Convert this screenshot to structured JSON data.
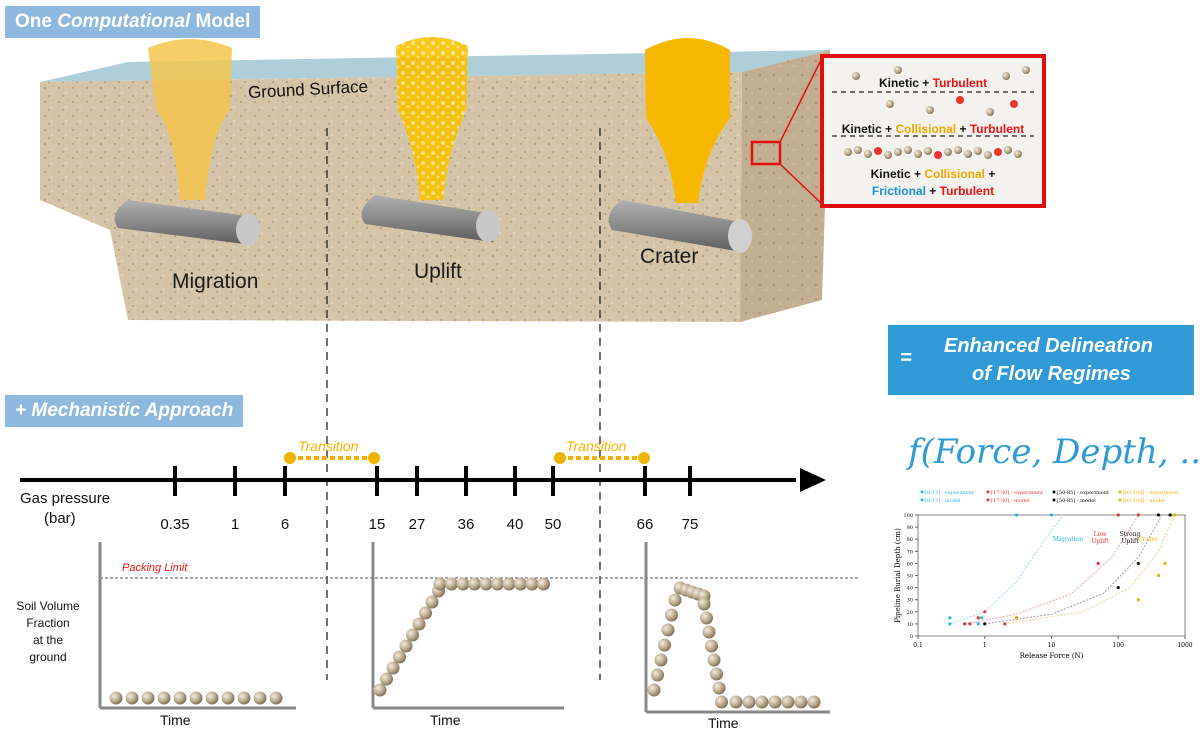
{
  "title_banner": {
    "prefix": "One ",
    "italic": "Computational",
    "suffix": " Model"
  },
  "approach_banner": "+ Mechanistic Approach",
  "result_banner": {
    "equals": "=",
    "line1": "Enhanced Delineation",
    "line2": "of Flow Regimes"
  },
  "ground_surface": "Ground Surface",
  "regimes": [
    "Migration",
    "Uplift",
    "Crater"
  ],
  "zoom_box": {
    "line1": {
      "a": "Kinetic + ",
      "b": "Turbulent"
    },
    "line2": {
      "a": "Kinetic + ",
      "b": "Collisional",
      "c": " + ",
      "d": "Turbulent"
    },
    "line3": {
      "a": "Kinetic + ",
      "b": "Collisional",
      "c": " +"
    },
    "line4": {
      "a": "Frictional",
      "b": " + ",
      "c": "Turbulent"
    }
  },
  "gas_pressure_label": {
    "line1": "Gas pressure",
    "line2": "(bar)"
  },
  "transition_label": "Transition",
  "pressure_ticks": [
    "0.35",
    "1",
    "6",
    "15",
    "27",
    "36",
    "40",
    "50",
    "66",
    "75"
  ],
  "packing_limit": "Packing Limit",
  "soil_volume_label": [
    "Soil Volume",
    "Fraction",
    "at the",
    "ground"
  ],
  "time_label": "Time",
  "function_text": "f(Force, Depth, ...)",
  "colors": {
    "banner": "#8eb8de",
    "result": "#2f9ad6",
    "gas": "#f5b800",
    "transition": "#f0b400",
    "zoom_border": "#e01010"
  },
  "chart_data": {
    "type": "scatter",
    "xlabel": "Release Force (N)",
    "ylabel": "Pipeline Burial Depth (cm)",
    "x_scale": "log",
    "xlim": [
      0.1,
      1000
    ],
    "ylim": [
      0,
      100
    ],
    "x_ticks": [
      "0.1",
      "1",
      "10",
      "100",
      "1000"
    ],
    "y_ticks": [
      "0",
      "10",
      "20",
      "30",
      "40",
      "50",
      "60",
      "70",
      "80",
      "90",
      "100"
    ],
    "legend": [
      "[0-17] - experiment",
      "[17-50] - experiment",
      "[50-85] - experiment",
      "[85-100] - experiment",
      "[0-17] - model",
      "[17-50] - model",
      "[50-85] - model",
      "[85-100] - model"
    ],
    "annotations": [
      "Migration",
      "Low Uplift",
      "Strong Uplift",
      "Crater"
    ],
    "series": [
      {
        "name": "[0-17] - experiment",
        "color": "#29b6e8",
        "points": [
          [
            0.3,
            10
          ],
          [
            0.3,
            15
          ],
          [
            0.5,
            10
          ],
          [
            0.8,
            10
          ],
          [
            0.9,
            15
          ],
          [
            3,
            100
          ],
          [
            10,
            100
          ]
        ]
      },
      {
        "name": "[17-50] - experiment",
        "color": "#e53935",
        "points": [
          [
            0.5,
            10
          ],
          [
            0.6,
            10
          ],
          [
            0.8,
            15
          ],
          [
            1,
            20
          ],
          [
            2,
            10
          ],
          [
            50,
            60
          ],
          [
            100,
            100
          ],
          [
            200,
            100
          ]
        ]
      },
      {
        "name": "[50-85] - experiment",
        "color": "#111111",
        "points": [
          [
            1,
            10
          ],
          [
            3,
            15
          ],
          [
            100,
            40
          ],
          [
            200,
            60
          ],
          [
            400,
            100
          ],
          [
            600,
            100
          ]
        ]
      },
      {
        "name": "[85-100] - experiment",
        "color": "#f0b000",
        "points": [
          [
            3,
            15
          ],
          [
            200,
            30
          ],
          [
            400,
            50
          ],
          [
            500,
            60
          ],
          [
            700,
            100
          ]
        ]
      }
    ],
    "fit_curves": [
      {
        "color": "#9fd8f0",
        "points": [
          [
            0.3,
            10
          ],
          [
            1,
            20
          ],
          [
            3,
            45
          ],
          [
            8,
            80
          ],
          [
            15,
            100
          ]
        ]
      },
      {
        "color": "#f2a3a3",
        "points": [
          [
            0.5,
            10
          ],
          [
            3,
            18
          ],
          [
            20,
            35
          ],
          [
            80,
            65
          ],
          [
            200,
            100
          ]
        ]
      },
      {
        "color": "#999999",
        "points": [
          [
            1,
            10
          ],
          [
            10,
            18
          ],
          [
            60,
            35
          ],
          [
            200,
            65
          ],
          [
            450,
            100
          ]
        ]
      },
      {
        "color": "#f3cf7a",
        "points": [
          [
            2,
            10
          ],
          [
            30,
            20
          ],
          [
            150,
            40
          ],
          [
            400,
            70
          ],
          [
            700,
            100
          ]
        ]
      }
    ]
  }
}
